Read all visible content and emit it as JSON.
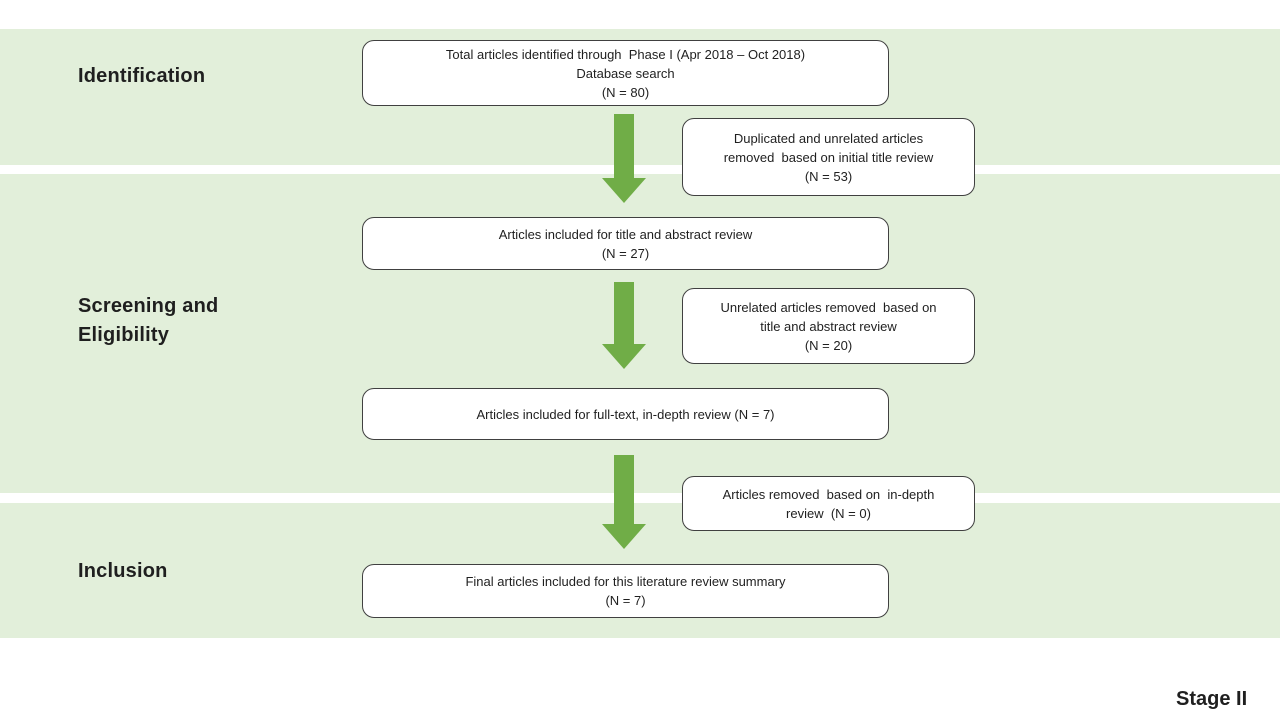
{
  "colors": {
    "band": "#e2efda",
    "arrow": "#70ad47",
    "box_border": "#404040",
    "text": "#1f1f1f"
  },
  "stage_labels": [
    {
      "id": "identification",
      "lines": [
        "Identification"
      ]
    },
    {
      "id": "screening-eligibility",
      "lines": [
        "Screening and",
        "Eligibility"
      ]
    },
    {
      "id": "inclusion",
      "lines": [
        "Inclusion"
      ]
    }
  ],
  "main_boxes": [
    {
      "lines": [
        "Total articles identified through  Phase I (Apr 2018 – Oct 2018)",
        "Database search",
        "(N = 80)"
      ]
    },
    {
      "lines": [
        "Articles included for title and abstract review",
        "(N = 27)"
      ]
    },
    {
      "lines": [
        "Articles included for full-text, in-depth review (N = 7)"
      ]
    },
    {
      "lines": [
        "Final articles included for this literature review summary",
        "(N = 7)"
      ]
    }
  ],
  "side_boxes": [
    {
      "lines": [
        "Duplicated and unrelated articles",
        "removed  based on initial title review",
        "(N = 53)"
      ]
    },
    {
      "lines": [
        "Unrelated articles removed  based on",
        "title and abstract review",
        "(N = 20)"
      ]
    },
    {
      "lines": [
        "Articles removed  based on  in-depth",
        "review  (N = 0)"
      ]
    }
  ],
  "footer": {
    "stage_label": "Stage II"
  }
}
